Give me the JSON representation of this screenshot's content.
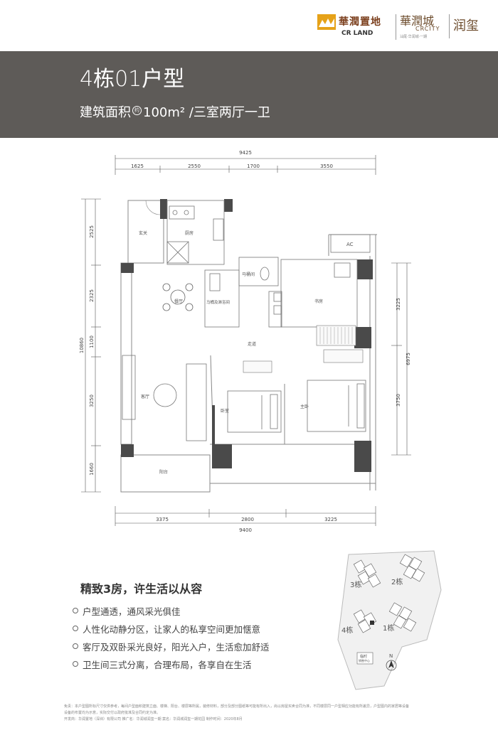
{
  "header": {
    "crland_cn": "華潤置地",
    "crland_en": "CR LAND",
    "crcity_cn": "華潤城",
    "crcity_en": "CRCITY",
    "crcity_tag": "汕尾·华润城·一期",
    "runxi": "润玺"
  },
  "banner": {
    "title": "4栋01户型",
    "area_label": "建筑面积",
    "yue": "约",
    "area_value": "100m²",
    "layout": "/三室两厅一卫"
  },
  "plan": {
    "top_total": "9425",
    "top_dims": [
      "1625",
      "2550",
      "1700",
      "3550"
    ],
    "bottom_total": "9400",
    "bottom_dims": [
      "3375",
      "2800",
      "3225"
    ],
    "left_total": "10860",
    "left_dims": [
      "2525",
      "2325",
      "1100",
      "3250",
      "1660"
    ],
    "right_dims": [
      "3225",
      "3750"
    ],
    "right_total": "6975",
    "rooms": {
      "xuanguan": "玄关",
      "chufang": "厨房",
      "matongjian": "马桶间",
      "matong_linyu": "马桶及淋浴间",
      "shufang": "书房",
      "canting": "餐厅",
      "zoudao": "走道",
      "keting": "客厅",
      "woshi": "卧室",
      "zhuwo": "主卧",
      "yangtai": "阳台",
      "ac": "AC"
    }
  },
  "selling": {
    "title": "精致3房，许生活以从容",
    "points": [
      "户型通透，通风采光俱佳",
      "人性化动静分区，让家人的私享空间更加惬意",
      "客厅及双卧采光良好，阳光入户，生活愈加舒适",
      "卫生间三式分离，合理布局，各享自在生活"
    ]
  },
  "siteplan": {
    "b3": "3栋",
    "b2": "2栋",
    "b4": "4栋",
    "b1": "1栋",
    "north": "N",
    "sales": "临时",
    "sales2": "销售中心"
  },
  "footer": {
    "line1": "免责：本户型图所标尺寸仅供参考，每间户型面积建筑立面、楼梯、阳台、楼层等所属，装修材料，部分及部分图纸等可能有所出入，尚以房屋买卖合同为准，不同楼层同一户型相应功能有所差异，户型图内的家居等设备",
    "line2": "设备的布置均为示意，实际交付以政府批准及合同约定为准。",
    "line3": "开发商：华润置地（深圳）有限公司   推广名：华润城润玺一期   案名：华润城润玺一期花园   制作时间：2020年8月"
  }
}
